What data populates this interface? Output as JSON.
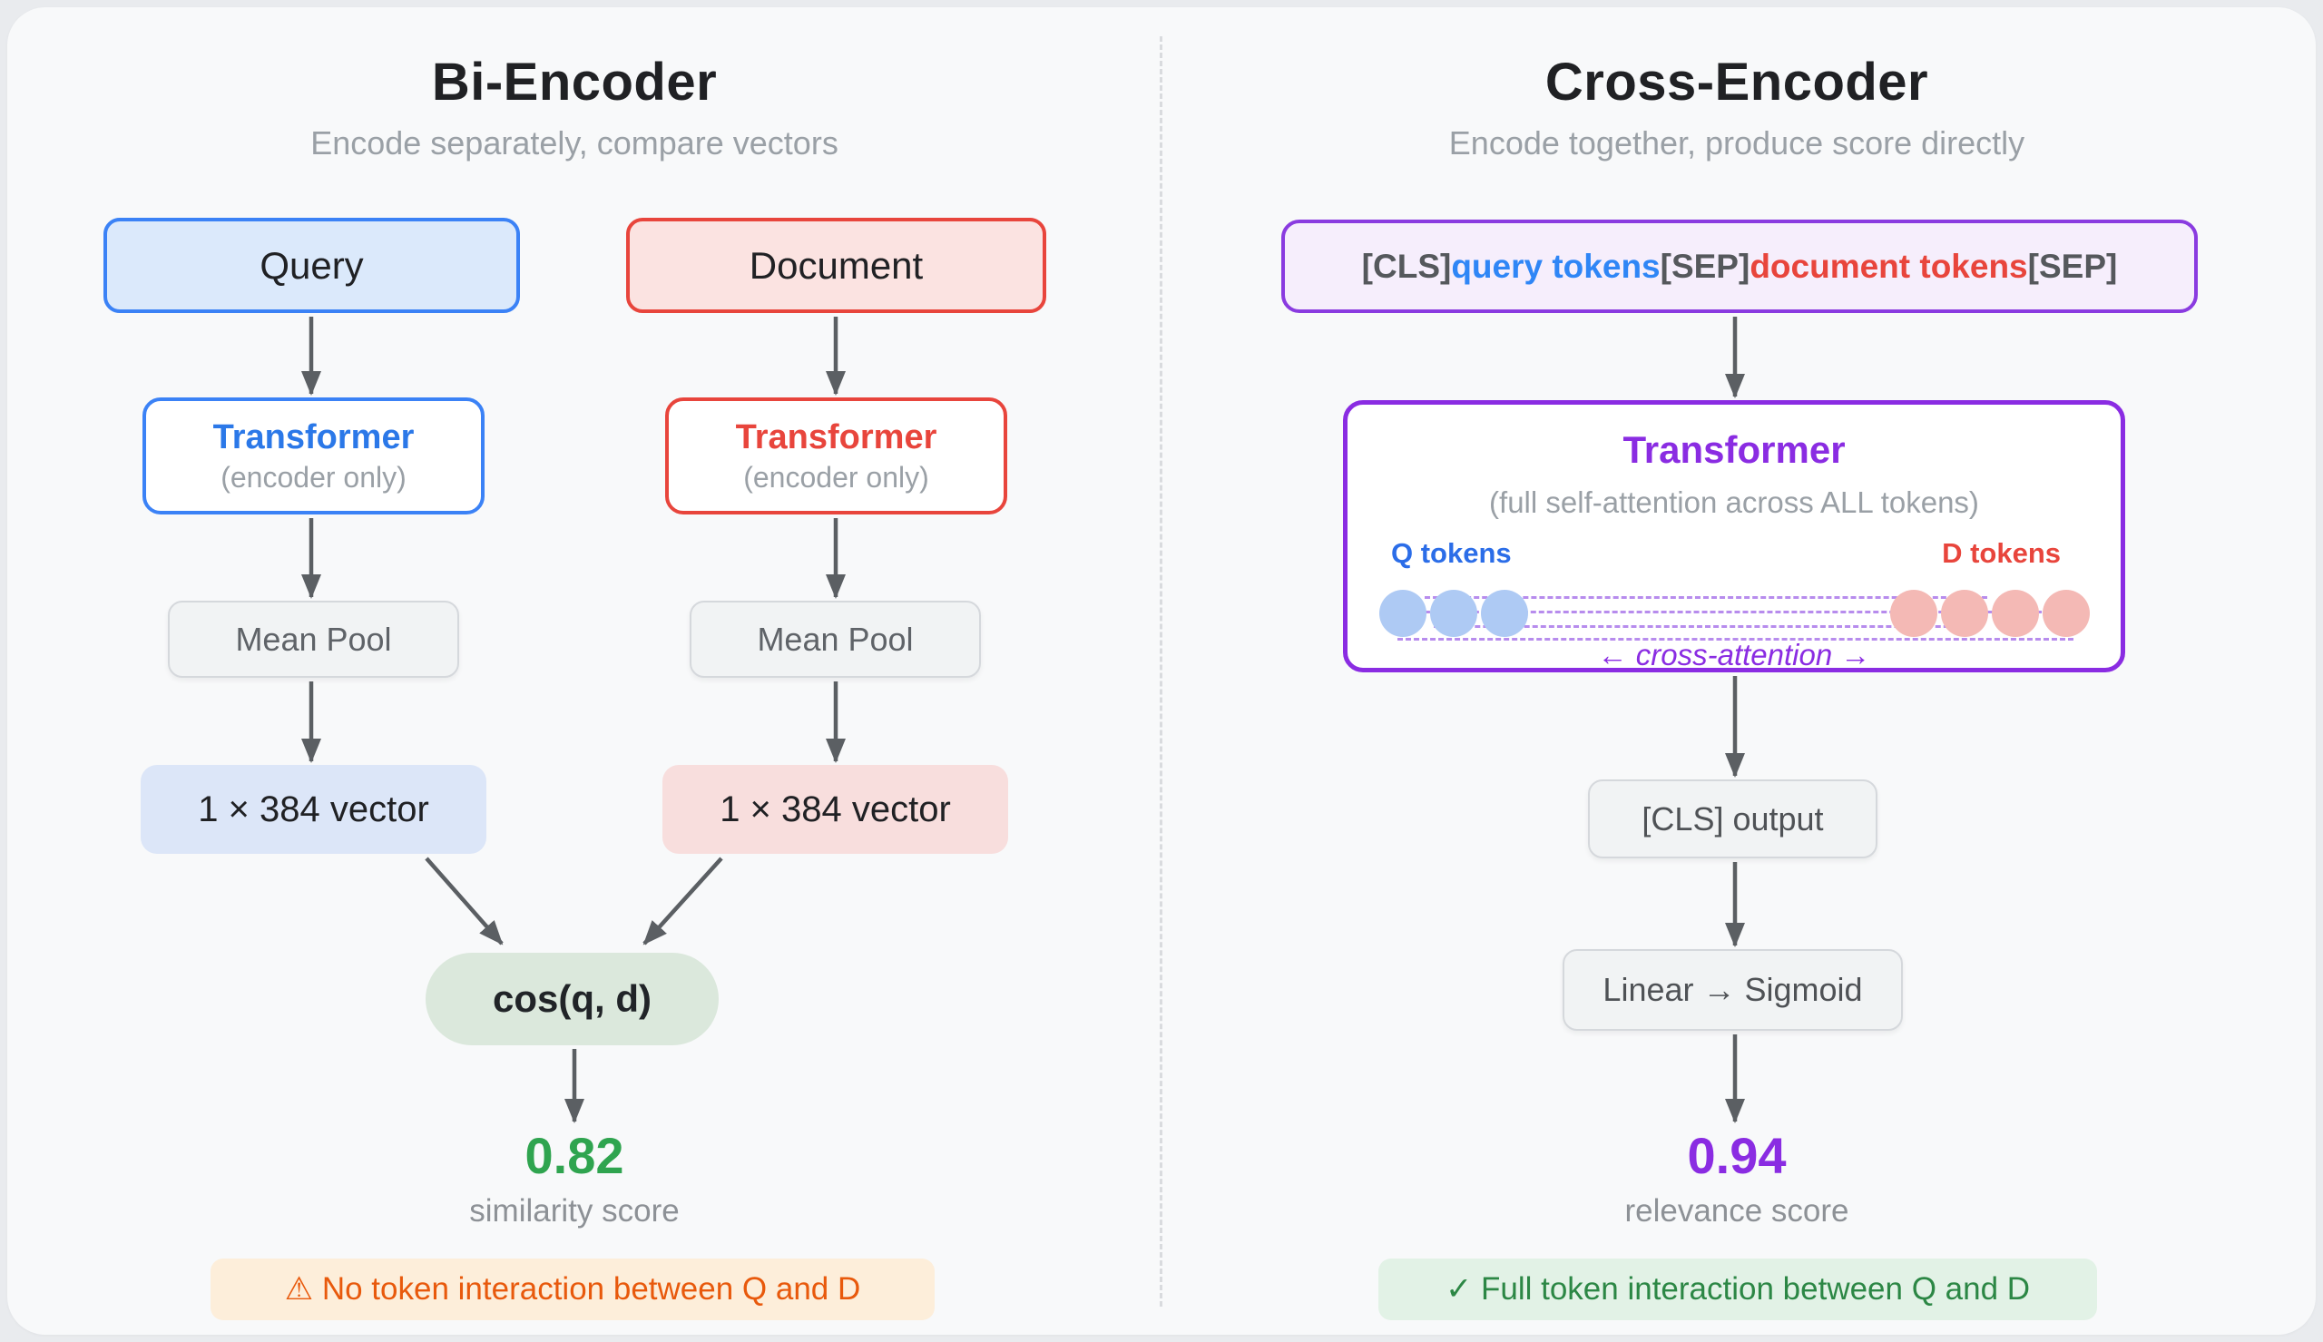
{
  "left": {
    "title": "Bi-Encoder",
    "subtitle": "Encode separately, compare vectors",
    "query_box": "Query",
    "document_box": "Document",
    "transformer_title": "Transformer",
    "transformer_subtitle": "(encoder only)",
    "mean_pool": "Mean Pool",
    "vector_box": "1 × 384 vector",
    "cosine_box": "cos(q, d)",
    "score": "0.82",
    "score_caption": "similarity score",
    "warning_note": "⚠ No token interaction between Q and D"
  },
  "right": {
    "title": "Cross-Encoder",
    "subtitle": "Encode together, produce score directly",
    "input_sequence": {
      "cls": "[CLS]",
      "query_tokens": "query tokens",
      "sep1": "[SEP]",
      "document_tokens": "document tokens",
      "sep2": "[SEP]"
    },
    "transformer_title": "Transformer",
    "transformer_subtitle": "(full self-attention across ALL tokens)",
    "q_tokens_label": "Q tokens",
    "d_tokens_label": "D tokens",
    "cross_attention_label": "← cross-attention →",
    "cls_output_box": "[CLS] output",
    "linear_sigmoid_box": "Linear → Sigmoid",
    "score": "0.94",
    "score_caption": "relevance score",
    "success_note": "✓ Full token interaction between Q and D"
  },
  "colors": {
    "blue_accent": "#3b82f6",
    "red_accent": "#e8453c",
    "purple_accent": "#8a2ce2",
    "green_score": "#2fa44f",
    "orange_warning": "#e8590c",
    "green_success": "#2c8745",
    "arrow": "#5b5f63"
  }
}
